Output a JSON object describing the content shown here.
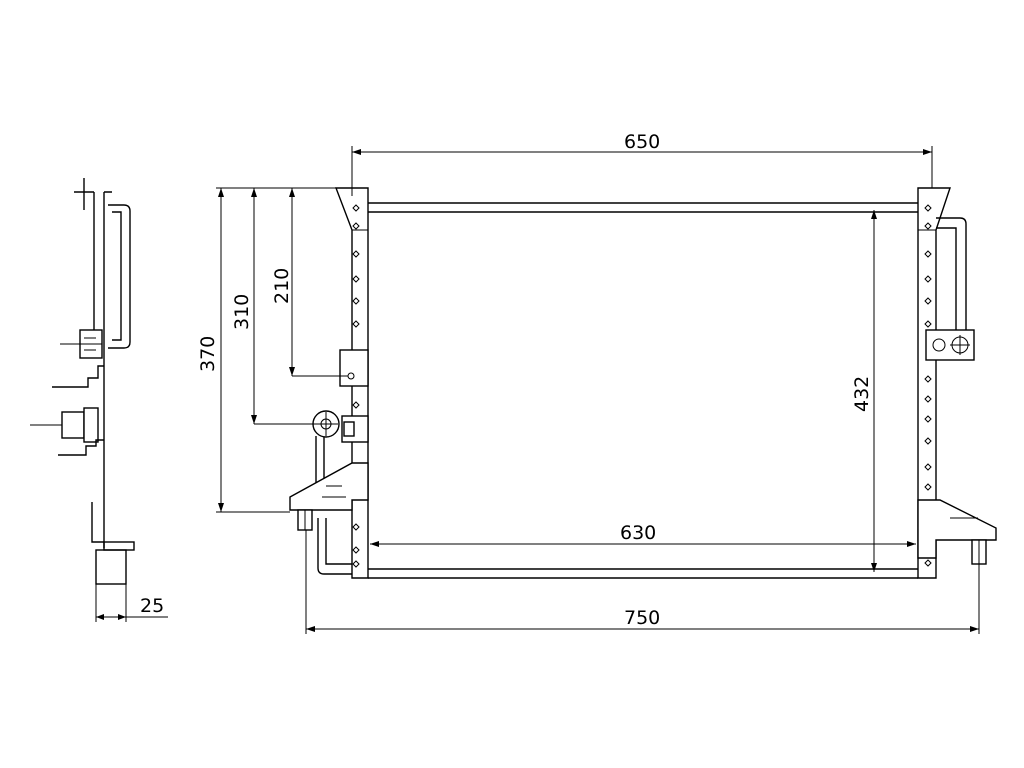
{
  "dimensions": {
    "top_width": "650",
    "inner_width": "630",
    "overall_width": "750",
    "core_height": "432",
    "height_370": "370",
    "height_310": "310",
    "height_210": "210",
    "side_depth": "25"
  },
  "colors": {
    "line": "#000000",
    "background": "#ffffff"
  }
}
